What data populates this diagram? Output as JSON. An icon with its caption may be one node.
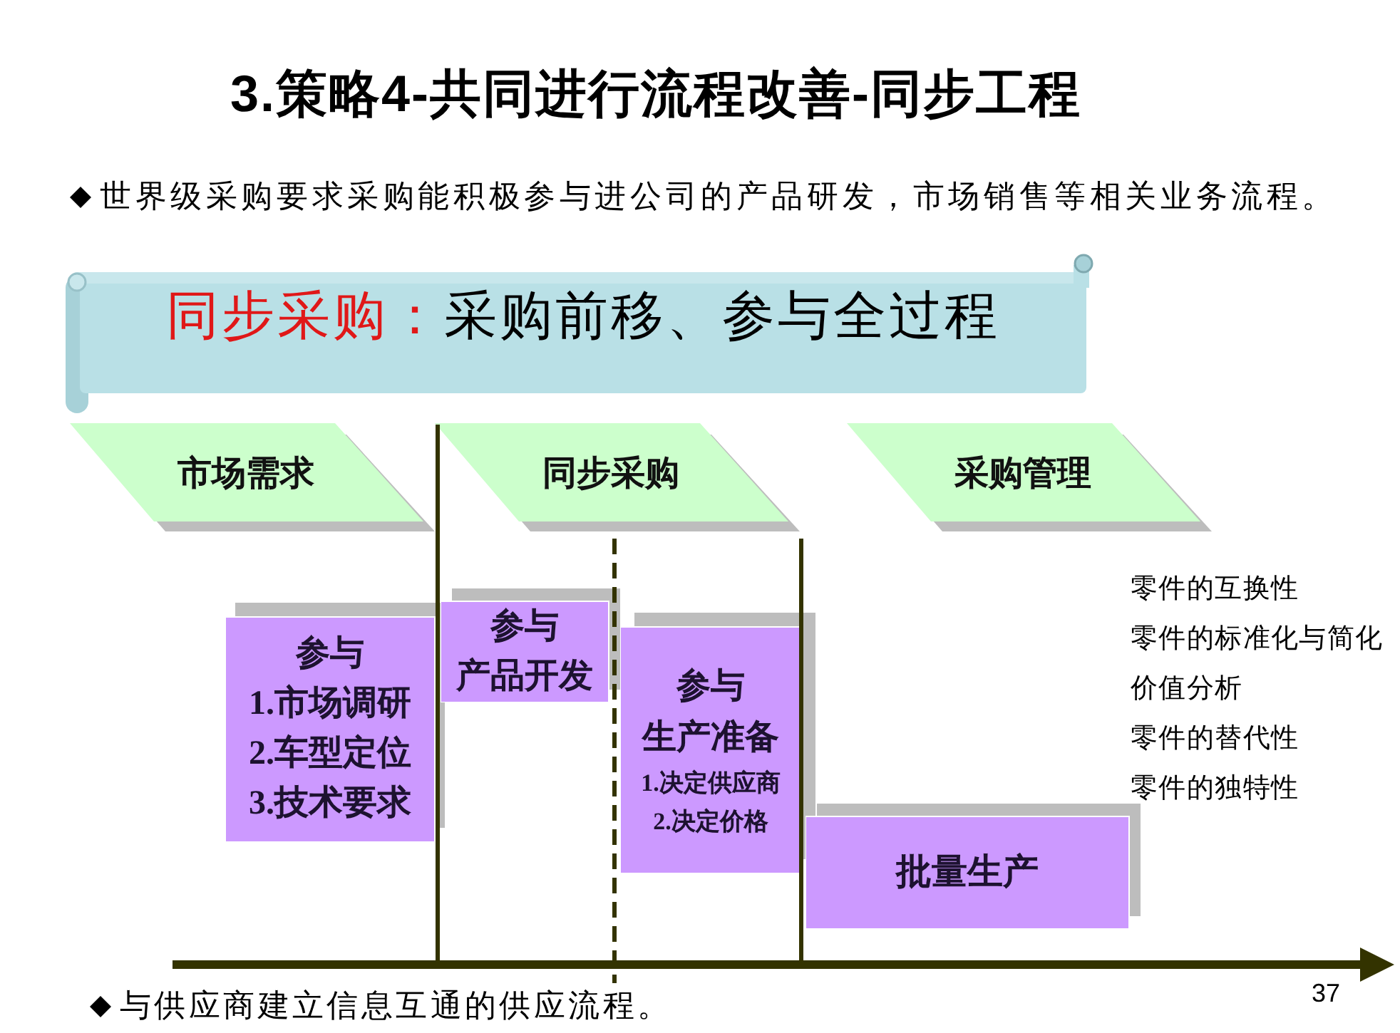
{
  "diagram": {
    "title": "3.策略4-共同进行流程改善-同步工程",
    "nodes": [
      {
        "text": [
          "同步采购：",
          "采购前移、参与全过程"
        ]
      },
      {
        "text": [
          "市场需求"
        ]
      },
      {
        "text": [
          "同步采购"
        ]
      },
      {
        "text": [
          "采购管理"
        ]
      },
      {
        "text": [
          "参与",
          "1.市场调研",
          "2.车型定位",
          "3.技术要求"
        ]
      },
      {
        "text": [
          "参与",
          "产品开发"
        ]
      },
      {
        "text": [
          "参与",
          "生产准备",
          "1.决定供应商",
          "2.决定价格"
        ]
      },
      {
        "text": [
          "批量生产"
        ]
      }
    ],
    "labels": [
      "世界级采购要求采购能积极参与进公司的产品研发，市场销售等相关业务流程。",
      "零件的互换性",
      "零件的标准化与简化",
      "价值分析",
      "零件的替代性",
      "零件的独特性",
      "与供应商建立信息互通的供应流程。",
      "37"
    ]
  }
}
